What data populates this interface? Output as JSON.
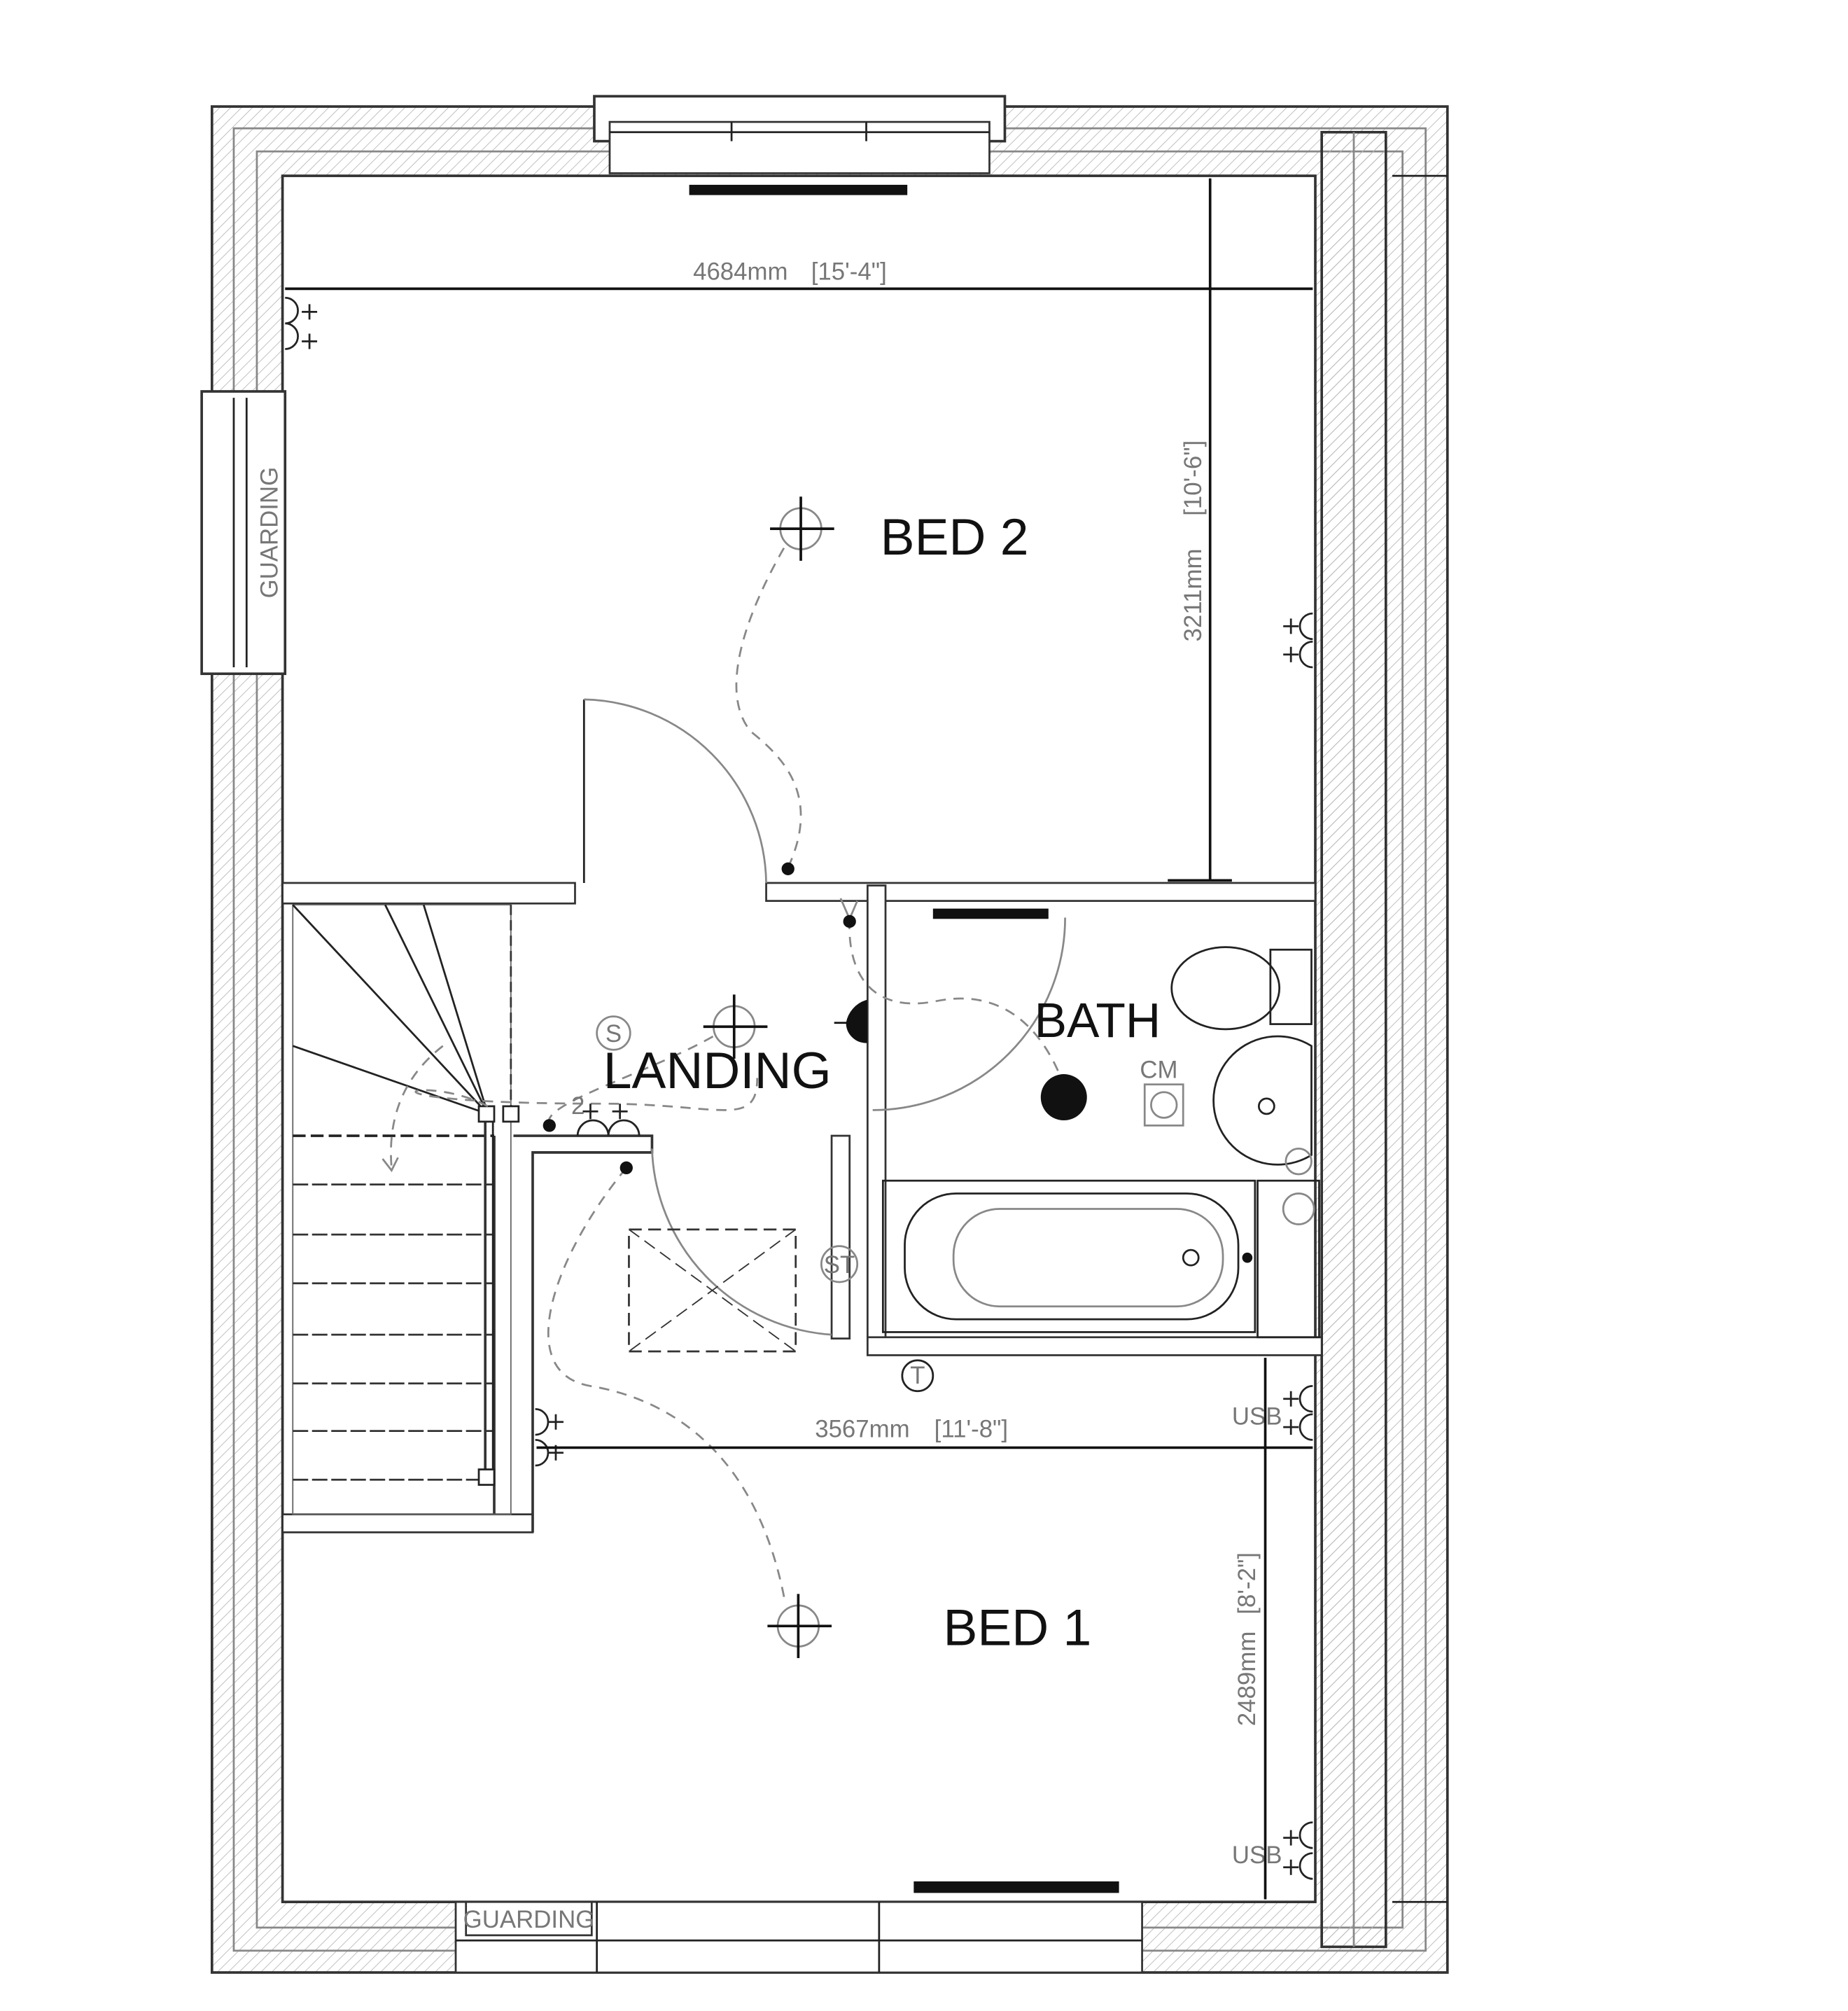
{
  "rooms": {
    "bed2": "BED 2",
    "bed1": "BED 1",
    "landing": "LANDING",
    "bath": "BATH"
  },
  "dimensions": {
    "bed2_width_mm": "4684mm",
    "bed2_width_imp": "[15'-4\"]",
    "bed2_depth_mm": "3211mm",
    "bed2_depth_imp": "[10'-6\"]",
    "bed1_width_mm": "3567mm",
    "bed1_width_imp": "[11'-8\"]",
    "bed1_depth_mm": "2489mm",
    "bed1_depth_imp": "[8'-2\"]"
  },
  "annotations": {
    "guarding_left": "GUARDING",
    "guarding_bottom": "GUARDING",
    "usb_upper": "USB",
    "usb_lower": "USB",
    "cm": "CM",
    "smoke": "S",
    "storage": "ST",
    "thermostat": "T",
    "switch_count": "2"
  }
}
